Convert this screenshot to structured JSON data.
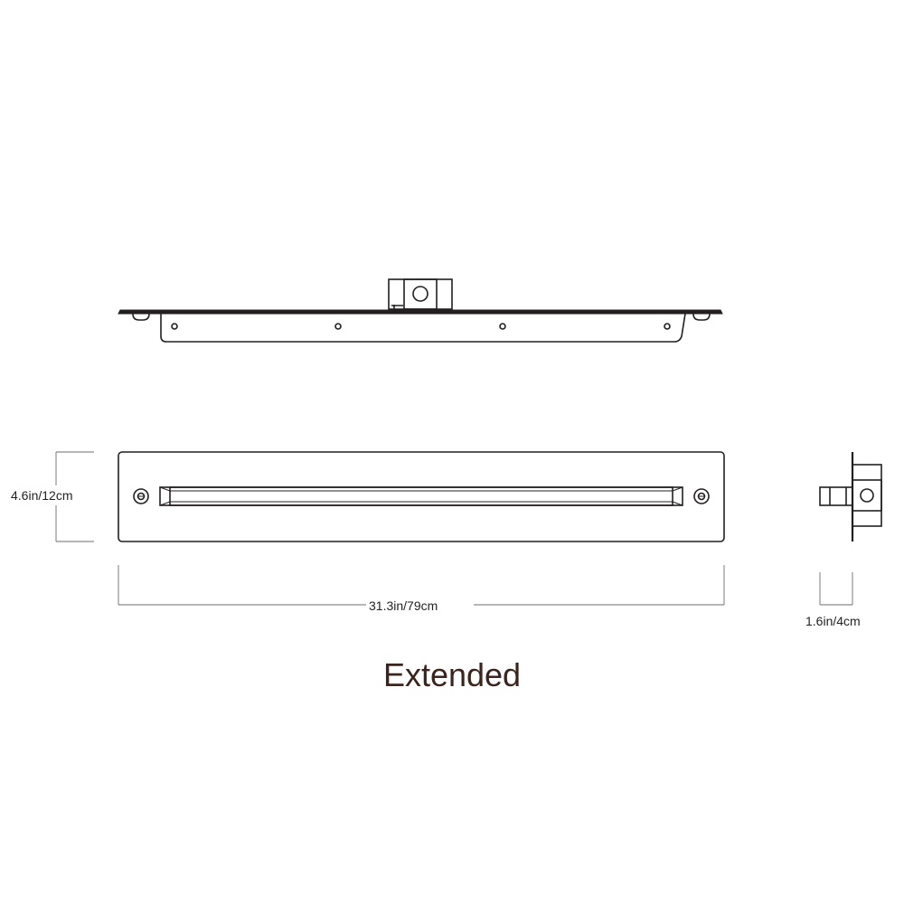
{
  "drawing": {
    "line_color": "#231f20",
    "caption_color": "#3a241d"
  },
  "dimensions": {
    "height": "4.6in/12cm",
    "width": "31.3in/79cm",
    "depth": "1.6in/4cm"
  },
  "caption": "Extended"
}
